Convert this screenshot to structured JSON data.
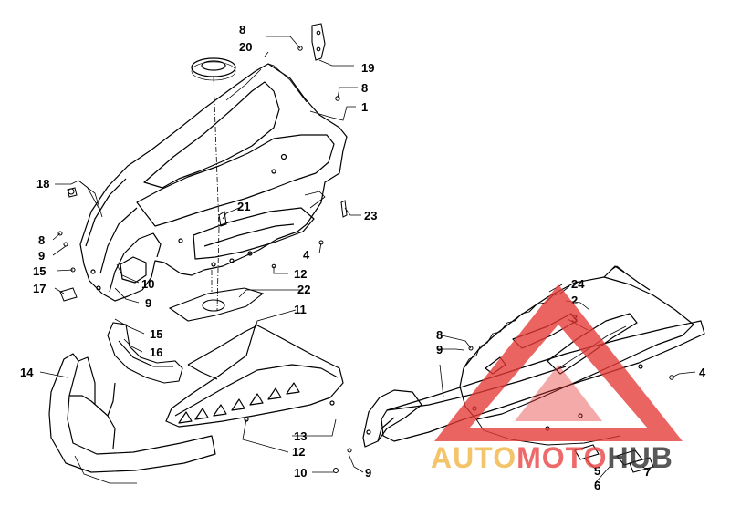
{
  "callouts": [
    {
      "id": "c8a",
      "label": "8"
    },
    {
      "id": "c20",
      "label": "20"
    },
    {
      "id": "c19",
      "label": "19"
    },
    {
      "id": "c8b",
      "label": "8"
    },
    {
      "id": "c1",
      "label": "1"
    },
    {
      "id": "c18",
      "label": "18"
    },
    {
      "id": "c21",
      "label": "21"
    },
    {
      "id": "c23",
      "label": "23"
    },
    {
      "id": "c8c",
      "label": "8"
    },
    {
      "id": "c9a",
      "label": "9"
    },
    {
      "id": "c15a",
      "label": "15"
    },
    {
      "id": "c4a",
      "label": "4"
    },
    {
      "id": "c12a",
      "label": "12"
    },
    {
      "id": "c10a",
      "label": "10"
    },
    {
      "id": "c17",
      "label": "17"
    },
    {
      "id": "c9b",
      "label": "9"
    },
    {
      "id": "c22",
      "label": "22"
    },
    {
      "id": "c11",
      "label": "11"
    },
    {
      "id": "c24",
      "label": "24"
    },
    {
      "id": "c2",
      "label": "2"
    },
    {
      "id": "c3",
      "label": "3"
    },
    {
      "id": "c15b",
      "label": "15"
    },
    {
      "id": "c16",
      "label": "16"
    },
    {
      "id": "c8d",
      "label": "8"
    },
    {
      "id": "c9c",
      "label": "9"
    },
    {
      "id": "c14",
      "label": "14"
    },
    {
      "id": "c4b",
      "label": "4"
    },
    {
      "id": "c13",
      "label": "13"
    },
    {
      "id": "c12b",
      "label": "12"
    },
    {
      "id": "c10b",
      "label": "10"
    },
    {
      "id": "c9d",
      "label": "9"
    },
    {
      "id": "c5",
      "label": "5"
    },
    {
      "id": "c6",
      "label": "6"
    },
    {
      "id": "c7",
      "label": "7"
    }
  ],
  "watermark": {
    "part1": "AUTO",
    "part2": "MOTO",
    "part3": "HUB",
    "color_auto": "#f0b441",
    "color_moto": "#ea4040",
    "color_hub": "#2a2a2a",
    "triangle_color": "#e53935"
  }
}
